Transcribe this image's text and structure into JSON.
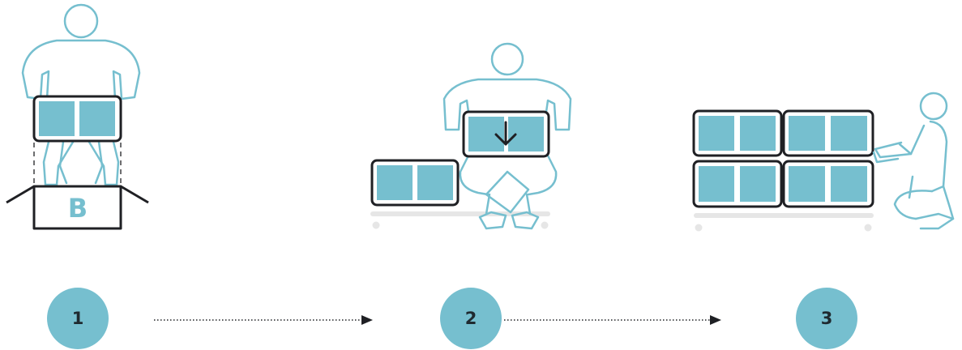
{
  "colors": {
    "teal": "#76bfcf",
    "outline": "#1f2024",
    "pallet": "#e6e6e6",
    "background": "#ffffff"
  },
  "box_label": "B",
  "steps": [
    {
      "number": "1"
    },
    {
      "number": "2"
    },
    {
      "number": "3"
    }
  ],
  "icons": [
    "person-lifting-box-icon",
    "person-squatting-icon",
    "person-kneeling-icon",
    "down-arrow-icon",
    "open-box-icon",
    "pallet-icon"
  ]
}
